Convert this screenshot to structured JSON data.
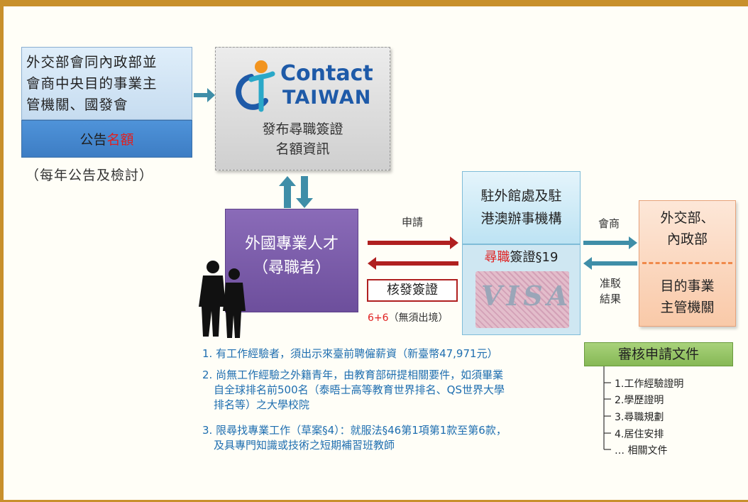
{
  "announcement": {
    "moi_text": [
      "外交部會同內政部並",
      "會商中央目的事業主",
      "管機關、國發會"
    ],
    "quota_prefix": "公告",
    "quota_highlight": "名額",
    "annual_note": "（每年公告及檢討）"
  },
  "contact_taiwan": {
    "logo_line1": "Contact",
    "logo_line2": "TAIWAN",
    "text_line1": "發布尋職簽證",
    "text_line2": "名額資訊"
  },
  "talent": {
    "line1": "外國專業人才",
    "line2": "（尋職者）"
  },
  "embassy": {
    "line1": "駐外館處及駐",
    "line2": "港澳辦事機構",
    "visa_highlight": "尋職",
    "visa_rest": "簽證§19",
    "visa_stamp": "VISA"
  },
  "arrows": {
    "apply": "申請",
    "consult": "會商",
    "result_line1": "准駁",
    "result_line2": "結果",
    "issue": "核發簽證",
    "six_six_highlight": "6+6",
    "six_six_rest": "（無須出境）"
  },
  "mofa": {
    "line1": "外交部、",
    "line2": "內政部",
    "line3": "目的事業",
    "line4": "主管機關"
  },
  "review": {
    "title": "審核申請文件",
    "items": [
      "1.工作經驗證明",
      "2.學歷證明",
      "3.尋職規劃",
      "4.居住安排",
      "… 相關文件"
    ]
  },
  "criteria": [
    [
      "1. 有工作經驗者，須出示來臺前聘僱薪資（新臺幣47,971元）"
    ],
    [
      "2. 尚無工作經驗之外籍青年，由教育部研提相關要件，如須畢業",
      "自全球排名前500名（泰晤士高等教育世界排名、QS世界大學",
      "排名等）之大學校院"
    ],
    [
      "3. 限尋找專業工作（草案§4）：就服法§46第1項第1款至第6款，",
      "及具專門知識或技術之短期補習班教師"
    ]
  ]
}
